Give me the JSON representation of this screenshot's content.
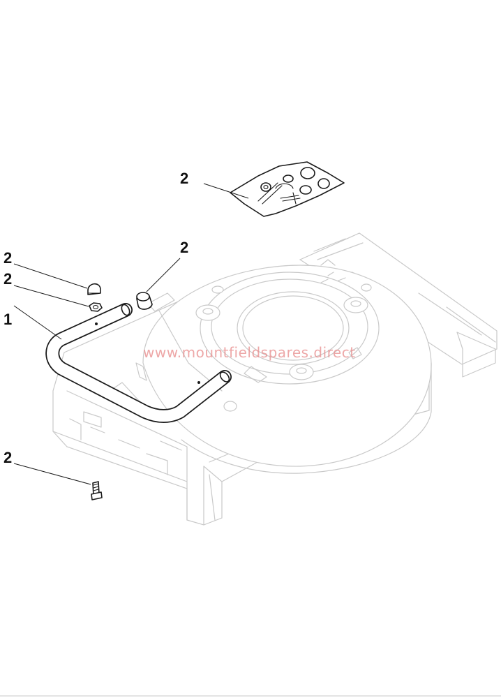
{
  "callouts": [
    {
      "id": "kit",
      "number": "2"
    },
    {
      "id": "spacer",
      "number": "2"
    },
    {
      "id": "cap-nut",
      "number": "2"
    },
    {
      "id": "lock-nut",
      "number": "2"
    },
    {
      "id": "bumper-bar",
      "number": "1"
    },
    {
      "id": "bolt",
      "number": "2"
    }
  ],
  "watermark": "www.mountfieldspares.direct",
  "colors": {
    "part_outline": "#1a1a1a",
    "ghost_outline": "#c9c9c9",
    "watermark": "#e88a8a"
  }
}
